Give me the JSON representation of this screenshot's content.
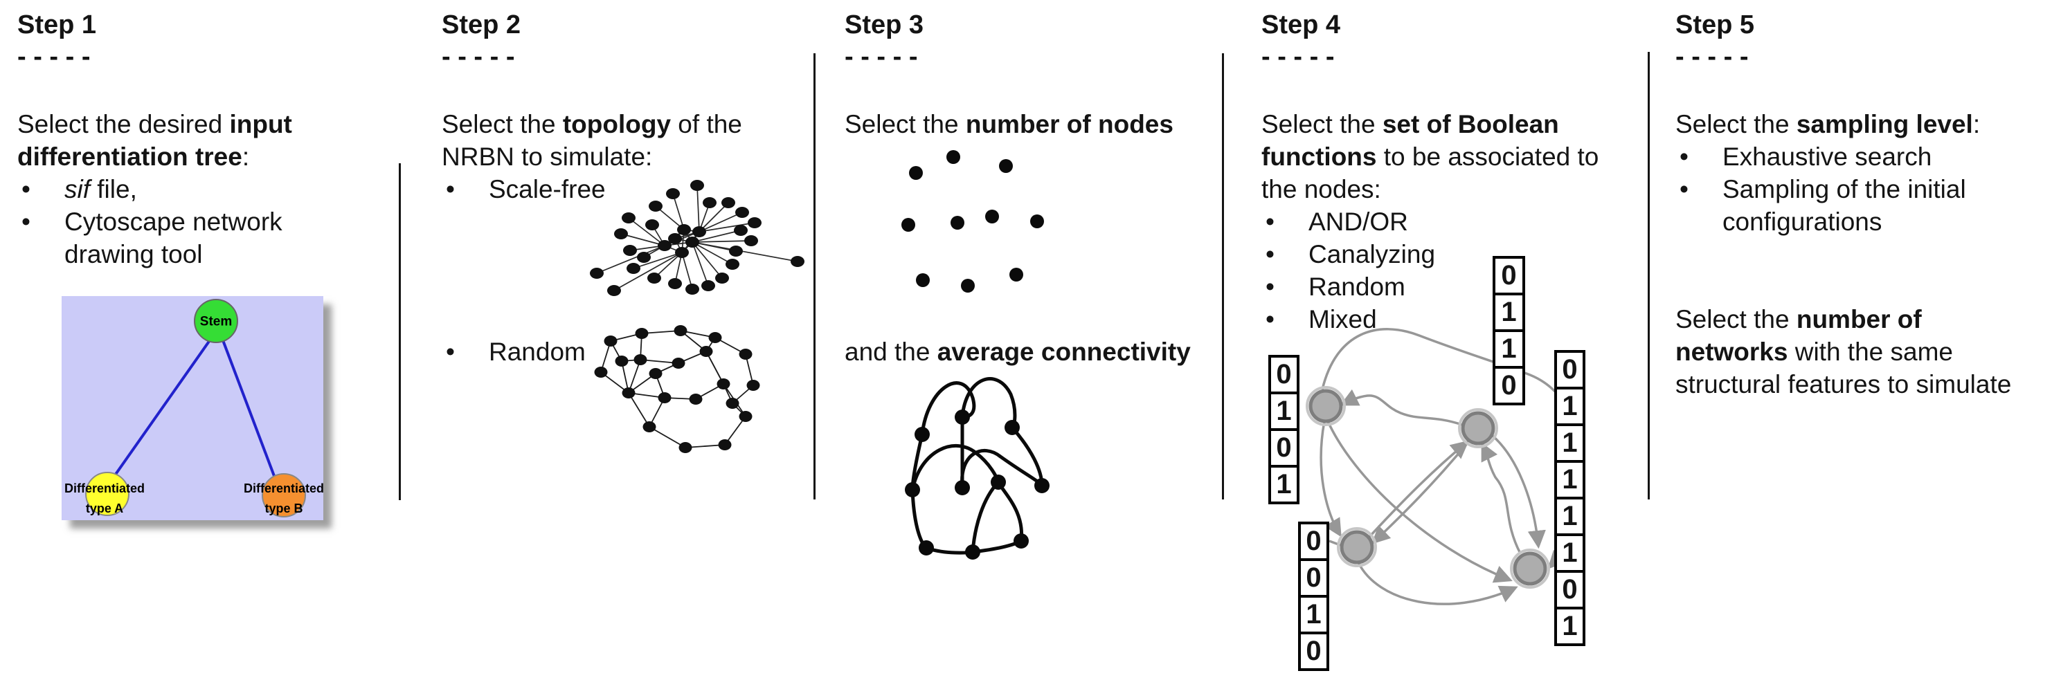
{
  "page": {
    "background": "#ffffff",
    "text_color": "#141414"
  },
  "columns": [
    {
      "title": "Step 1",
      "dashes": "- - - - -",
      "lines": [
        {
          "segments": [
            {
              "t": "Select the desired "
            },
            {
              "t": "input",
              "b": true
            }
          ]
        },
        {
          "segments": [
            {
              "t": "differentiation tree",
              "b": true
            },
            {
              "t": ":"
            }
          ]
        },
        {
          "bullet": true,
          "segments": [
            {
              "t": "sif",
              "i": true
            },
            {
              "t": " file,"
            }
          ]
        },
        {
          "bullet": true,
          "segments": [
            {
              "t": "Cytoscape network"
            }
          ]
        },
        {
          "hang": true,
          "segments": [
            {
              "t": "drawing tool"
            }
          ]
        }
      ]
    },
    {
      "title": "Step 2",
      "dashes": "- - - - -",
      "lines": [
        {
          "segments": [
            {
              "t": "Select the "
            },
            {
              "t": "topology",
              "b": true
            },
            {
              "t": " of the"
            }
          ]
        },
        {
          "segments": [
            {
              "t": "NRBN to simulate:"
            }
          ]
        },
        {
          "bullet": true,
          "segments": [
            {
              "t": "Scale-free"
            }
          ]
        },
        {
          "blank": true
        },
        {
          "blank": true
        },
        {
          "blank": true
        },
        {
          "blank": true
        },
        {
          "bullet": true,
          "segments": [
            {
              "t": "Random"
            }
          ]
        }
      ]
    },
    {
      "title": "Step 3",
      "dashes": "- - - - -",
      "lines": [
        {
          "segments": [
            {
              "t": "Select the "
            },
            {
              "t": "number of nodes",
              "b": true
            }
          ]
        },
        {
          "blank": true
        },
        {
          "blank": true
        },
        {
          "blank": true
        },
        {
          "blank": true
        },
        {
          "blank": true
        },
        {
          "blank": true
        },
        {
          "segments": [
            {
              "t": "and the "
            },
            {
              "t": "average connectivity",
              "b": true
            }
          ]
        }
      ]
    },
    {
      "title": "Step 4",
      "dashes": "- - - - -",
      "lines": [
        {
          "segments": [
            {
              "t": "Select the "
            },
            {
              "t": "set of Boolean",
              "b": true
            }
          ]
        },
        {
          "segments": [
            {
              "t": "functions",
              "b": true
            },
            {
              "t": " to be associated to"
            }
          ]
        },
        {
          "segments": [
            {
              "t": "the nodes:"
            }
          ]
        },
        {
          "bullet": true,
          "segments": [
            {
              "t": "AND/OR"
            }
          ]
        },
        {
          "bullet": true,
          "segments": [
            {
              "t": "Canalyzing"
            }
          ]
        },
        {
          "bullet": true,
          "segments": [
            {
              "t": "Random"
            }
          ]
        },
        {
          "bullet": true,
          "segments": [
            {
              "t": "Mixed"
            }
          ]
        }
      ]
    },
    {
      "title": "Step 5",
      "dashes": "- - - - -",
      "lines": [
        {
          "segments": [
            {
              "t": "Select the "
            },
            {
              "t": "sampling level",
              "b": true
            },
            {
              "t": ":"
            }
          ]
        },
        {
          "bullet": true,
          "segments": [
            {
              "t": "Exhaustive search"
            }
          ]
        },
        {
          "bullet": true,
          "segments": [
            {
              "t": "Sampling of the initial"
            }
          ]
        },
        {
          "hang": true,
          "segments": [
            {
              "t": "configurations"
            }
          ]
        },
        {
          "blank": true
        },
        {
          "blank": true
        },
        {
          "segments": [
            {
              "t": "Select the "
            },
            {
              "t": "number of",
              "b": true
            }
          ]
        },
        {
          "segments": [
            {
              "t": "networks",
              "b": true
            },
            {
              "t": " with the same"
            }
          ]
        },
        {
          "segments": [
            {
              "t": "structural features to simulate"
            }
          ]
        }
      ]
    }
  ],
  "step1_figure": {
    "background": "#cbcbf8",
    "edge_color": "#2222cc",
    "stem_label": "Stem",
    "stem_color": "#35dd35",
    "type_a_line1": "Differentiated",
    "type_a_line2": "type A",
    "type_a_color": "#ffff2e",
    "type_b_line1": "Differentiated",
    "type_b_line2": "type B",
    "type_b_color": "#f59030",
    "node_stroke": "#666666"
  },
  "step4_figure": {
    "node_color": "#adadad",
    "node_stroke": "#7e7e7e",
    "edge_color": "#979797",
    "tables": {
      "left": [
        "0",
        "1",
        "0",
        "1"
      ],
      "top": [
        "0",
        "1",
        "1",
        "0"
      ],
      "bottom_left": [
        "0",
        "0",
        "1",
        "0"
      ],
      "right": [
        "0",
        "1",
        "1",
        "1",
        "1",
        "1",
        "0",
        "1"
      ]
    }
  },
  "network_color": "#1a1a1a"
}
